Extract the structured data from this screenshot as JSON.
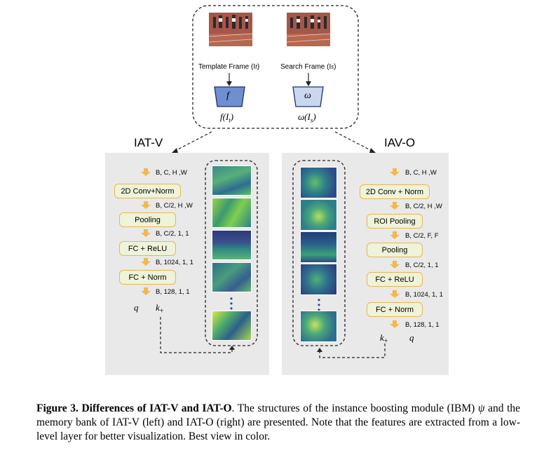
{
  "top": {
    "template_label": "Template Frame (I",
    "template_sub": "t",
    "search_label": "Search Frame (I",
    "search_sub": "s",
    "f_symbol": "f",
    "omega_symbol": "ω",
    "f_output": "f(I",
    "f_output_sub": "t",
    "omega_output": "ω(I",
    "omega_output_sub": "s"
  },
  "left": {
    "title": "IAT-V",
    "dims": [
      "B, C, H ,W",
      "B, C/2, H ,W",
      "B, C/2, 1, 1",
      "B, 1024, 1, 1",
      "B, 128, 1, 1"
    ],
    "boxes": [
      "2D Conv+Norm",
      "Pooling",
      "FC + ReLU",
      "FC + Norm"
    ],
    "q": "q",
    "k": "k",
    "k_sub": "+"
  },
  "right": {
    "title": "IAV-O",
    "dims": [
      "B, C, H ,W",
      "B, C/2, H ,W",
      "B, C/2, F, F",
      "B, C/2, 1, 1",
      "B, 1024, 1, 1",
      "B,  128, 1, 1"
    ],
    "boxes": [
      "2D Conv + Norm",
      "ROI Pooling",
      "Pooling",
      "FC + ReLU",
      "FC + Norm"
    ],
    "q": "q",
    "k": "k",
    "k_sub": "+"
  },
  "caption": {
    "figure_label": "Figure 3.",
    "title": "Differences of IAT-V and IAT-O",
    "text_a": ". The structures of the instance boosting module (IBM) ",
    "psi": "ψ",
    "text_b": " and the memory bank of IAT-V (left) and IAT-O (right) are presented. Note that the features are extracted from a low-level layer for better visualization. Best view in color."
  },
  "colors": {
    "panel": "#e9e9e9",
    "box_fill": "#eef3d9",
    "box_border": "#e8b64f",
    "arrow_orange": "#f2b84b",
    "f_block": "#6f8fd1",
    "omega_block": "#c9d7ef"
  }
}
